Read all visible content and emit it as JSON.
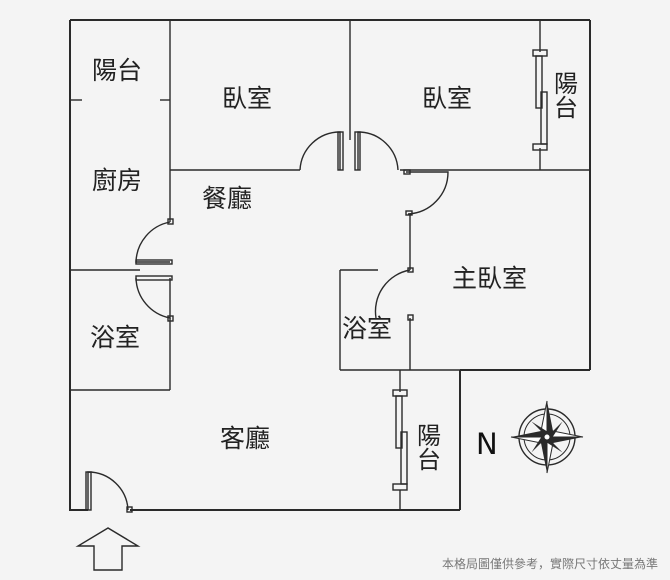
{
  "rooms": {
    "balcony_top_left": "陽台",
    "bedroom_left": "臥室",
    "bedroom_right": "臥室",
    "balcony_right_chars": [
      "陽",
      "台"
    ],
    "kitchen": "廚房",
    "dining": "餐廳",
    "master_bedroom": "主臥室",
    "bath_left": "浴室",
    "bath_center": "浴室",
    "living_room": "客廳",
    "balcony_bottom_chars": [
      "陽",
      "台"
    ]
  },
  "compass": {
    "label": "N"
  },
  "footnote": "本格局圖僅供參考，實際尺寸依丈量為準",
  "colors": {
    "background": "#f4f4f4",
    "line": "#2a2a2a"
  }
}
